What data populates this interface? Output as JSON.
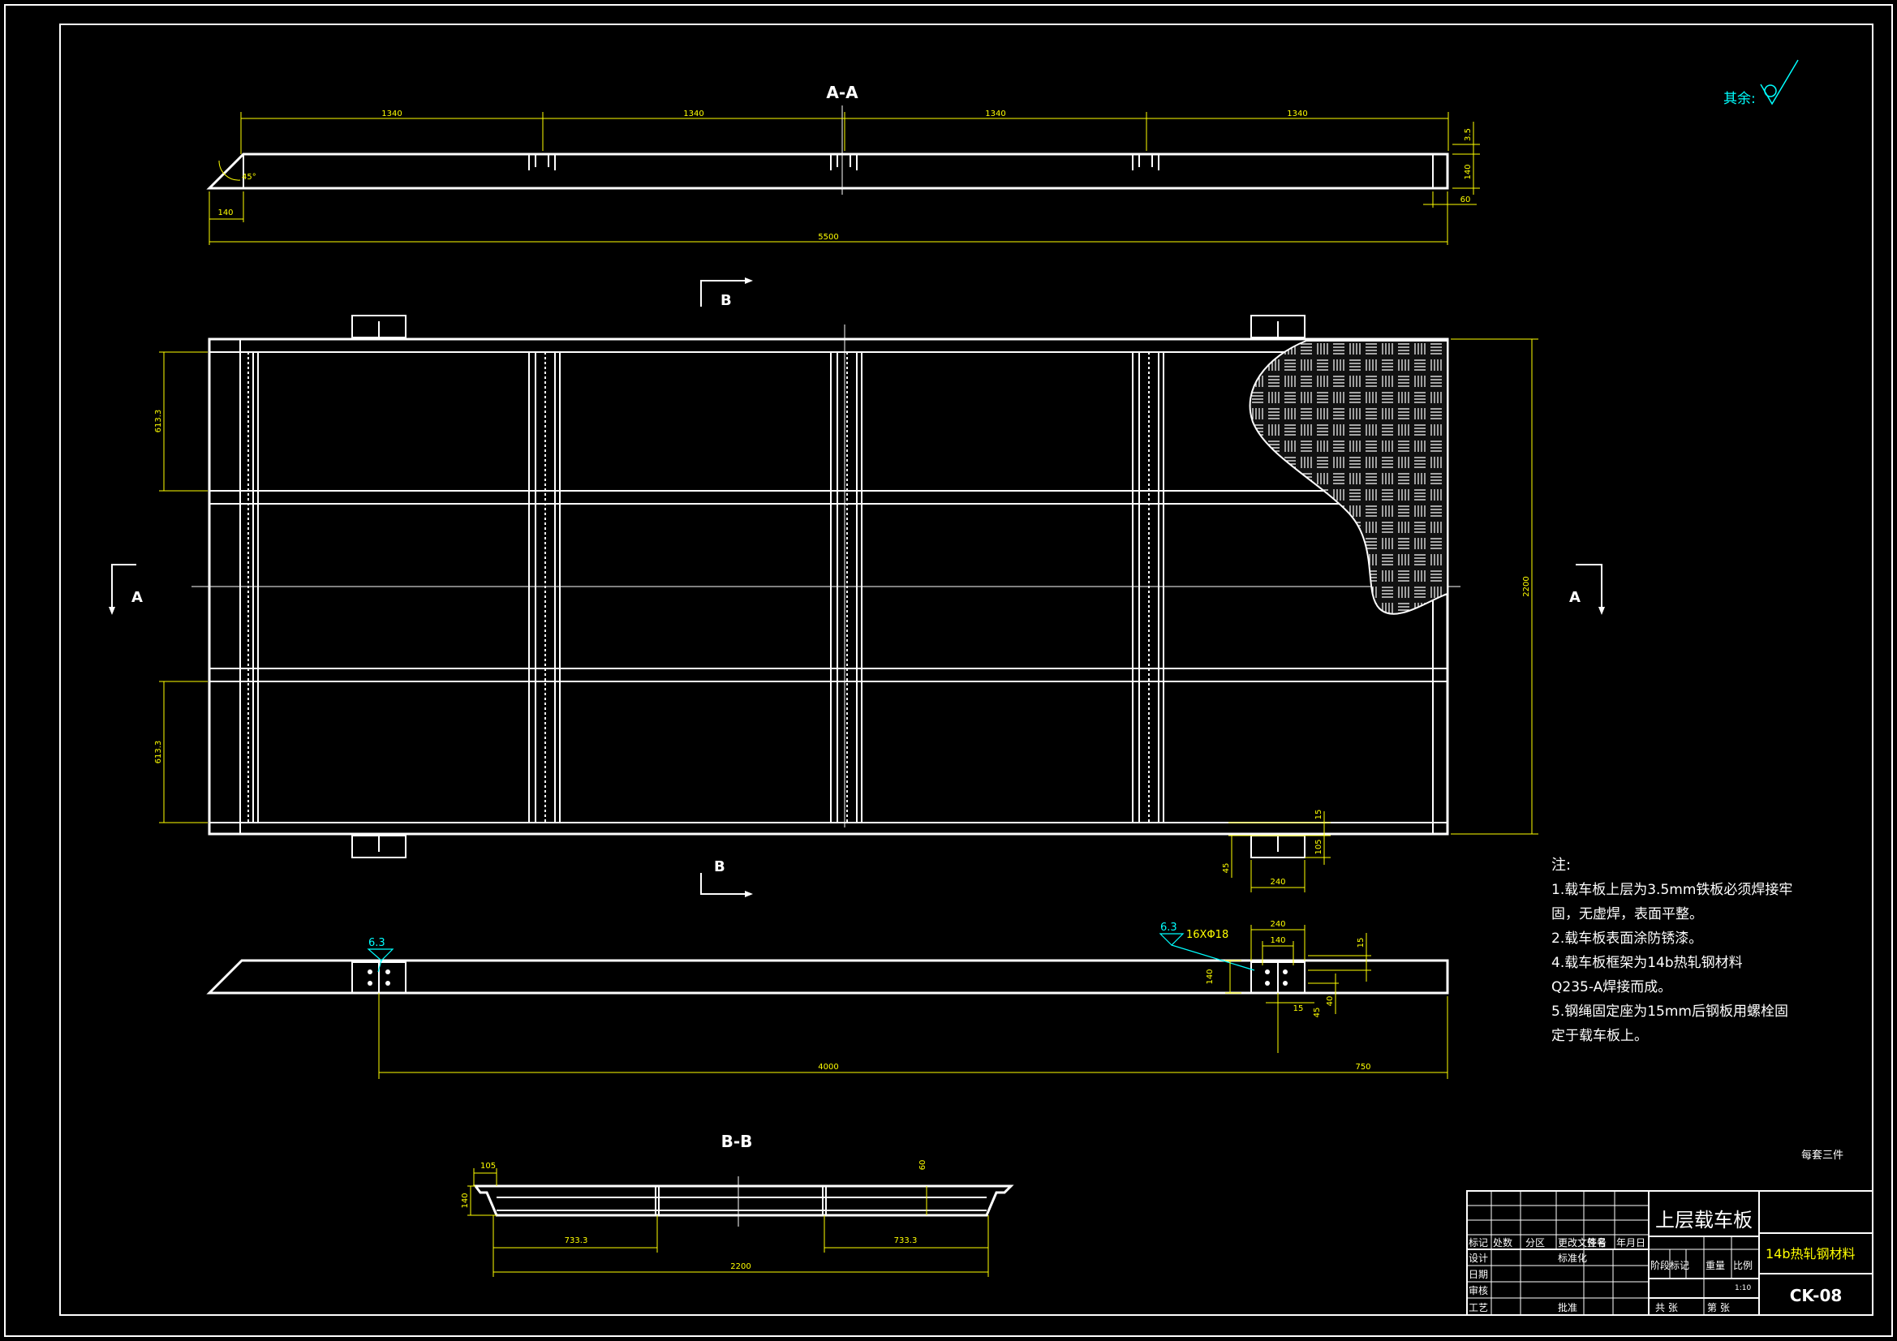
{
  "views": {
    "section_aa": "A-A",
    "section_bb": "B-B",
    "cut_a": "A",
    "cut_b": "B"
  },
  "dims": {
    "bay": "1340",
    "total_len": "5500",
    "offset_140": "140",
    "angle": "45°",
    "t35": "3.5",
    "h140": "140",
    "w60": "60",
    "bay_w": "613.3",
    "total_w": "2200",
    "d15": "15",
    "d105": "105",
    "d45": "45",
    "d240": "240",
    "d40": "40",
    "len4000": "4000",
    "len750": "750",
    "holes": "16XΦ18",
    "weld": "6.3",
    "d105b": "105",
    "d60": "60",
    "d7333": "733.3"
  },
  "roughness": "其余:",
  "notes": {
    "title": "注:",
    "lines": [
      "1.载车板上层为3.5mm铁板必须焊接牢",
      "固，无虚焊，表面平整。",
      "2.载车板表面涂防锈漆。",
      "4.载车板框架为14b热轧钢材料",
      "Q235-A焊接而成。",
      "5.钢绳固定座为15mm后钢板用螺栓固",
      "定于载车板上。"
    ]
  },
  "per_set": "每套三件",
  "title_block": {
    "part_name": "上层载车板",
    "material": "14b热轧钢材料",
    "drawing_no": "CK-08",
    "row_labels": [
      "标记",
      "处数",
      "分区",
      "更改文件号",
      "签名",
      "年月日"
    ],
    "left_labels": [
      "设计",
      "",
      "审核",
      "工艺"
    ],
    "left_right_labels": [
      "标准化",
      "批准"
    ],
    "stage_labels": [
      "阶段标记",
      "重量",
      "比例"
    ],
    "date_label": "日期",
    "scale": "1:10",
    "sheets_total": "共 张",
    "sheet_no": "第 张"
  }
}
